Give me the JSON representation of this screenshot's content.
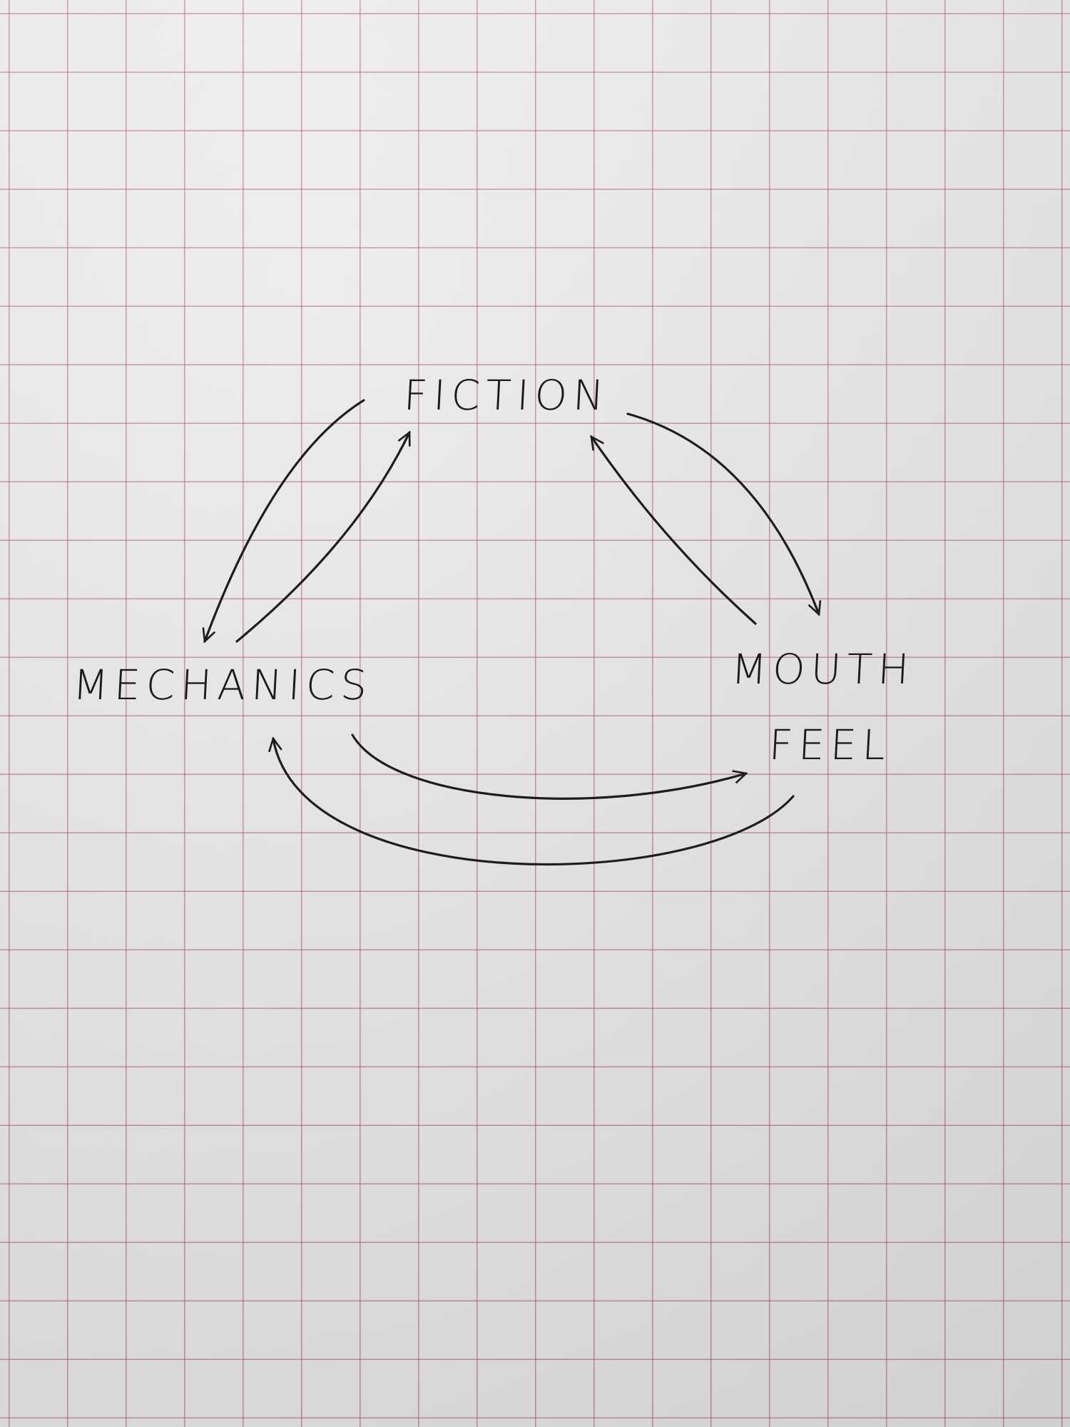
{
  "diagram": {
    "nodes": {
      "fiction": "FICTION",
      "mechanics": "MECHANICS",
      "mouth_feel_line1": "MOUTH",
      "mouth_feel_line2": "FEEL"
    },
    "edges": [
      {
        "from": "FICTION",
        "to": "MECHANICS"
      },
      {
        "from": "MECHANICS",
        "to": "FICTION"
      },
      {
        "from": "FICTION",
        "to": "MOUTH FEEL"
      },
      {
        "from": "MOUTH FEEL",
        "to": "FICTION"
      },
      {
        "from": "MECHANICS",
        "to": "MOUTH FEEL"
      },
      {
        "from": "MOUTH FEEL",
        "to": "MECHANICS"
      }
    ],
    "ink_color": "#1d1d1d",
    "grid_color": "#96466e"
  }
}
